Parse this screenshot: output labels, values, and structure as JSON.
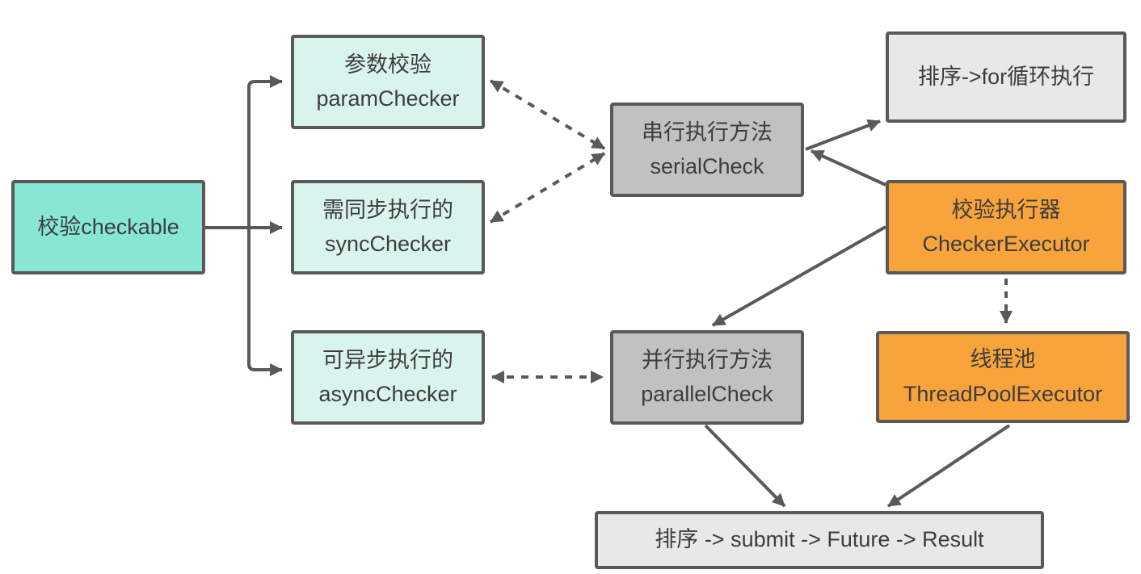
{
  "diagram": {
    "colors": {
      "border": "#595959",
      "connector": "#595959",
      "node_teal": "#87e6d4",
      "node_mint": "#d9f3ed",
      "node_gray": "#c2c1c2",
      "node_lightgray": "#e9e8e9",
      "node_orange": "#f8a33c",
      "text": "#3d3d3d",
      "background": "#ffffff"
    },
    "nodes": {
      "checkable": {
        "label": "校验checkable"
      },
      "param_checker": {
        "line1": "参数校验",
        "line2": "paramChecker"
      },
      "sync_checker": {
        "line1": "需同步执行的",
        "line2": "syncChecker"
      },
      "async_checker": {
        "line1": "可异步执行的",
        "line2": "asyncChecker"
      },
      "serial_check": {
        "line1": "串行执行方法",
        "line2": "serialCheck"
      },
      "parallel_check": {
        "line1": "并行执行方法",
        "line2": "parallelCheck"
      },
      "for_loop": {
        "label": "排序->for循环执行"
      },
      "checker_executor": {
        "line1": "校验执行器",
        "line2": "CheckerExecutor"
      },
      "thread_pool": {
        "line1": "线程池",
        "line2": "ThreadPoolExecutor"
      },
      "result": {
        "label": "排序 -> submit -> Future -> Result"
      }
    },
    "edges": [
      {
        "from": "checkable",
        "to": "param_checker",
        "style": "solid",
        "arrow": "end"
      },
      {
        "from": "checkable",
        "to": "sync_checker",
        "style": "solid",
        "arrow": "end"
      },
      {
        "from": "checkable",
        "to": "async_checker",
        "style": "solid",
        "arrow": "end"
      },
      {
        "from": "param_checker",
        "to": "serial_check",
        "style": "dashed",
        "arrow": "both"
      },
      {
        "from": "sync_checker",
        "to": "serial_check",
        "style": "dashed",
        "arrow": "both"
      },
      {
        "from": "async_checker",
        "to": "parallel_check",
        "style": "dashed",
        "arrow": "both"
      },
      {
        "from": "serial_check",
        "to": "for_loop",
        "style": "solid",
        "arrow": "end"
      },
      {
        "from": "checker_executor",
        "to": "serial_check",
        "style": "solid",
        "arrow": "end"
      },
      {
        "from": "checker_executor",
        "to": "parallel_check",
        "style": "solid",
        "arrow": "end"
      },
      {
        "from": "checker_executor",
        "to": "thread_pool",
        "style": "dashed",
        "arrow": "end"
      },
      {
        "from": "parallel_check",
        "to": "result",
        "style": "solid",
        "arrow": "end"
      },
      {
        "from": "thread_pool",
        "to": "result",
        "style": "solid",
        "arrow": "end"
      }
    ]
  }
}
